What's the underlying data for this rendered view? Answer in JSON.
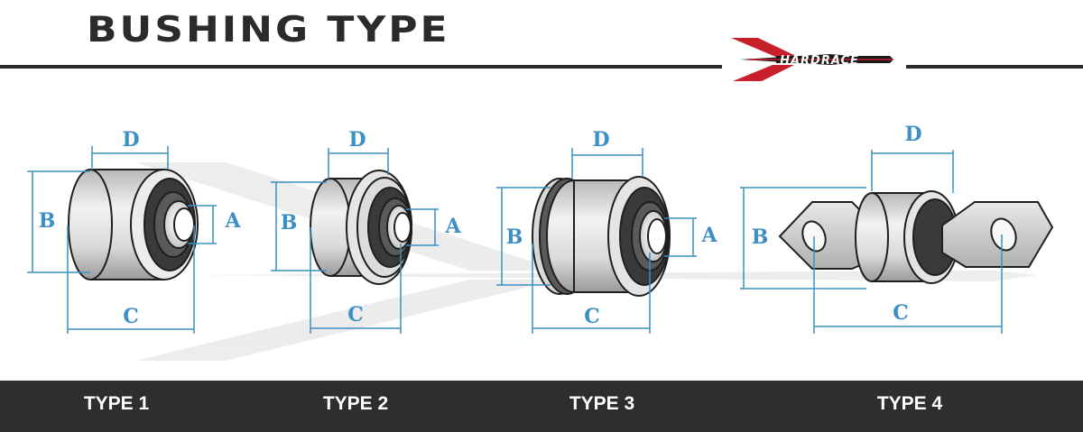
{
  "title": "BUSHING TYPE",
  "logo": {
    "text": "HARDRACE"
  },
  "colors": {
    "dimension": "#3b8fc4",
    "footer": "#2e2e2e",
    "ink": "#2b2b2b",
    "logo_red": "#c8202a"
  },
  "dimension_labels": {
    "a": "A",
    "b": "B",
    "c": "C",
    "d": "D"
  },
  "types": [
    {
      "label": "TYPE 1"
    },
    {
      "label": "TYPE 2"
    },
    {
      "label": "TYPE 3"
    },
    {
      "label": "TYPE 4"
    }
  ]
}
